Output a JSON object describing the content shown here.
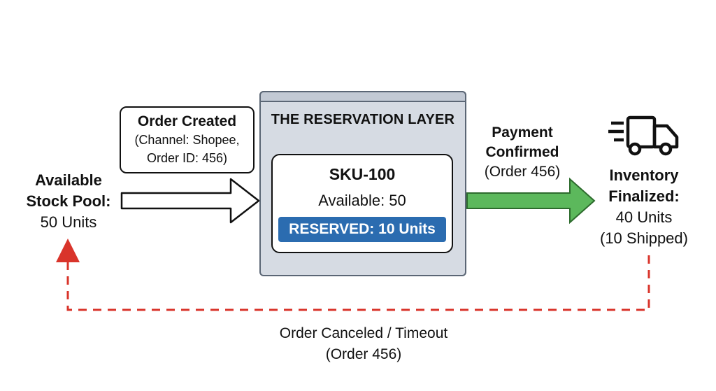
{
  "stock_pool": {
    "title_line1": "Available",
    "title_line2": "Stock Pool:",
    "units": "50 Units"
  },
  "order_created": {
    "title": "Order Created",
    "channel": "(Channel: Shopee,",
    "order_id": "Order ID: 456)"
  },
  "reservation_layer": {
    "title": "THE RESERVATION LAYER",
    "sku": "SKU-100",
    "available": "Available: 50",
    "reserved": "RESERVED: 10 Units"
  },
  "payment": {
    "line1": "Payment",
    "line2": "Confirmed",
    "line3": "(Order 456)"
  },
  "inventory": {
    "line1": "Inventory",
    "line2": "Finalized:",
    "line3": "40 Units",
    "line4": "(10 Shipped)"
  },
  "cancel": {
    "line1": "Order Canceled / Timeout",
    "line2": "(Order 456)"
  },
  "colors": {
    "reserved_bg": "#2b6cb0",
    "payment_arrow": "#5cb85c",
    "cancel_arrow": "#d9342b",
    "layer_bg": "#d6dbe3"
  },
  "icons": [
    "truck-icon"
  ]
}
